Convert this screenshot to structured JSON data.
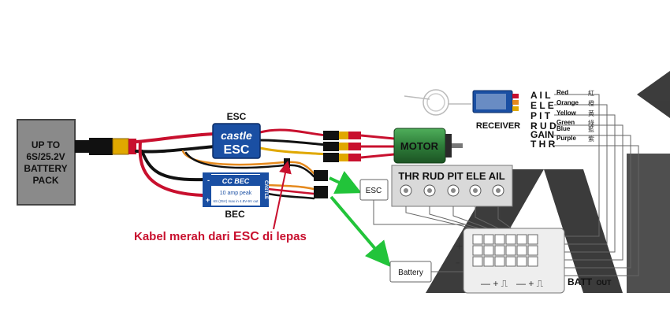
{
  "battery": {
    "line1": "UP TO",
    "line2": "6S/25.2V",
    "line3": "BATTERY",
    "line4": "PACK"
  },
  "esc": {
    "label": "ESC",
    "brand": "castle",
    "name": "ESC"
  },
  "bec": {
    "label": "BEC",
    "brand": "CC BEC",
    "rating": "10 amp peak",
    "spec": "6S (25V) max in    4.8V-9V out",
    "side_brand": "CASTLE"
  },
  "motor": {
    "label": "MOTOR"
  },
  "receiver": {
    "label": "RECEIVER"
  },
  "channels": [
    {
      "code": "A I L",
      "color_name": "Red",
      "cjk": "紅"
    },
    {
      "code": "E L E",
      "color_name": "Orange",
      "cjk": "橙"
    },
    {
      "code": "P I T",
      "color_name": "Yellow",
      "cjk": "黃"
    },
    {
      "code": "R U D",
      "color_name": "Green",
      "cjk": "綠"
    },
    {
      "code": "GAIN",
      "color_name": "Blue",
      "cjk": "藍"
    },
    {
      "code": "T H R",
      "color_name": "Purple",
      "cjk": "紫"
    }
  ],
  "servo_panel": {
    "labels": "THR RUD PIT ELE AIL"
  },
  "esc_box": {
    "label": "ESC"
  },
  "battery_box": {
    "label": "Battery"
  },
  "annotation": {
    "prefix": "Kabel merah dari ",
    "highlight": "ESC",
    "suffix": " di lepas"
  },
  "batt_out": {
    "main": "BATT",
    "sub": "OUT"
  },
  "colors": {
    "esc_blue": "#1a4fa3",
    "motor_green": "#2e7d3a",
    "wire_red": "#c8102e",
    "wire_black": "#111111",
    "wire_orange": "#e58a1f",
    "annotation_red": "#c8102e",
    "arrow_green": "#22c43a",
    "battery_gray": "#8a8a8a"
  }
}
